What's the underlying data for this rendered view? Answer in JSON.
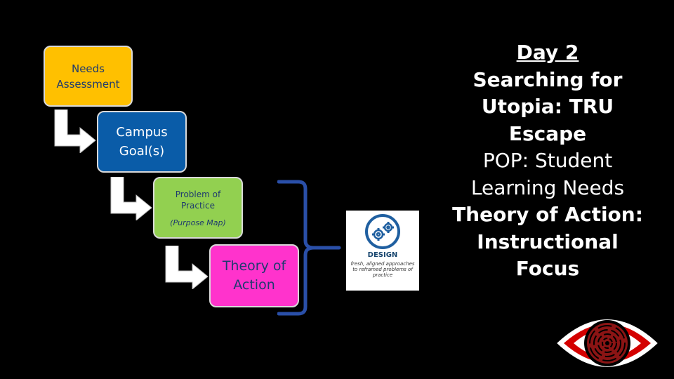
{
  "flow": {
    "needs": {
      "line1": "Needs",
      "line2": "Assessment"
    },
    "campus": {
      "line1": "Campus",
      "line2": "Goal(s)"
    },
    "problem": {
      "line1": "Problem of",
      "line2": "Practice",
      "sub": "(Purpose Map)"
    },
    "theory": {
      "line1": "Theory of",
      "line2": "Action"
    }
  },
  "design_card": {
    "label": "DESIGN",
    "caption": "fresh, aligned approaches to reframed problems of practice",
    "icon": "gears-icon"
  },
  "right": {
    "day": "Day 2",
    "title1": "Searching for",
    "title2": "Utopia: TRU",
    "title3": "Escape",
    "pop1": "POP: Student",
    "pop2": "Learning Needs",
    "toa1": "Theory of Action:",
    "toa2": "Instructional",
    "toa3": "Focus"
  },
  "colors": {
    "needs": "#ffc000",
    "campus": "#0a5ca8",
    "problem": "#92d050",
    "theory": "#ff33cc",
    "brace": "#2a4fa8"
  },
  "logo": {
    "icon": "maze-eye-icon"
  }
}
